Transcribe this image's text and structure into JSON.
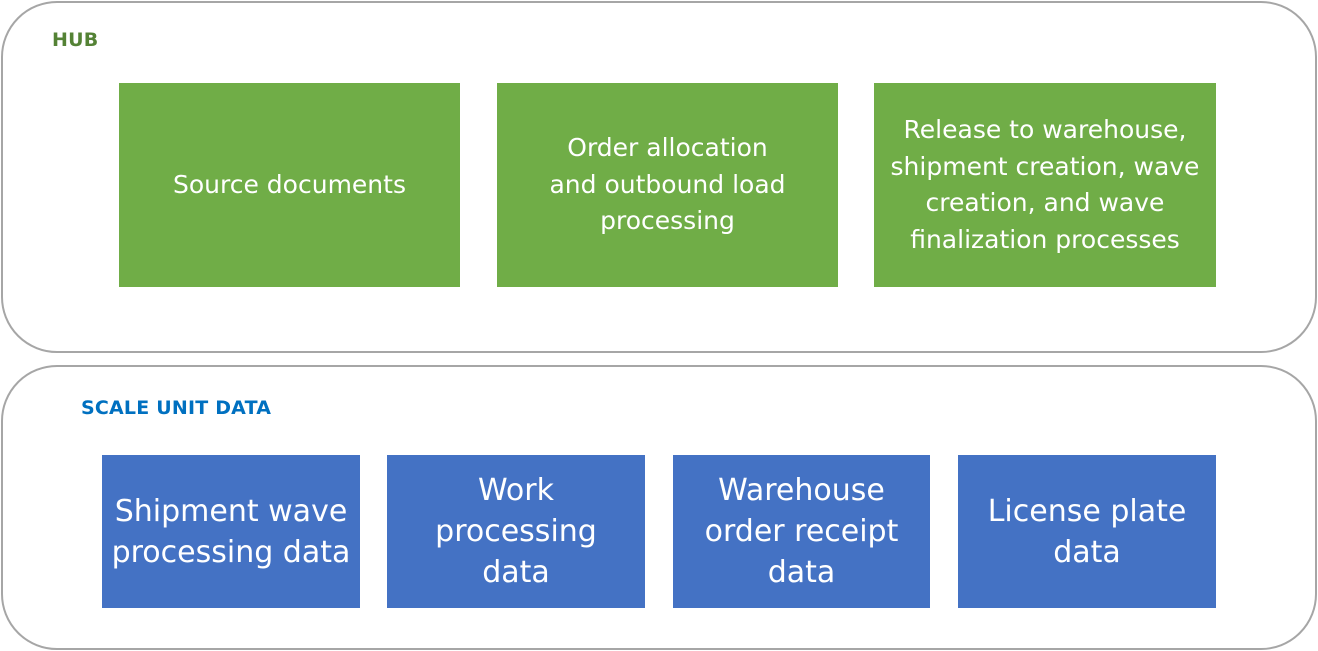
{
  "hub": {
    "title": "HUB",
    "color": "#548235",
    "box_color": "#70ad47",
    "boxes": [
      {
        "label": "Source documents"
      },
      {
        "label": "Order allocation and outbound load processing"
      },
      {
        "label": "Release to warehouse, shipment creation, wave creation, and wave finalization processes"
      }
    ]
  },
  "scale_unit": {
    "title": "SCALE UNIT DATA",
    "color": "#0070c0",
    "box_color": "#4472c4",
    "boxes": [
      {
        "label": "Shipment wave processing data"
      },
      {
        "label": "Work processing data"
      },
      {
        "label": "Warehouse order receipt data"
      },
      {
        "label": "License plate data"
      }
    ]
  }
}
